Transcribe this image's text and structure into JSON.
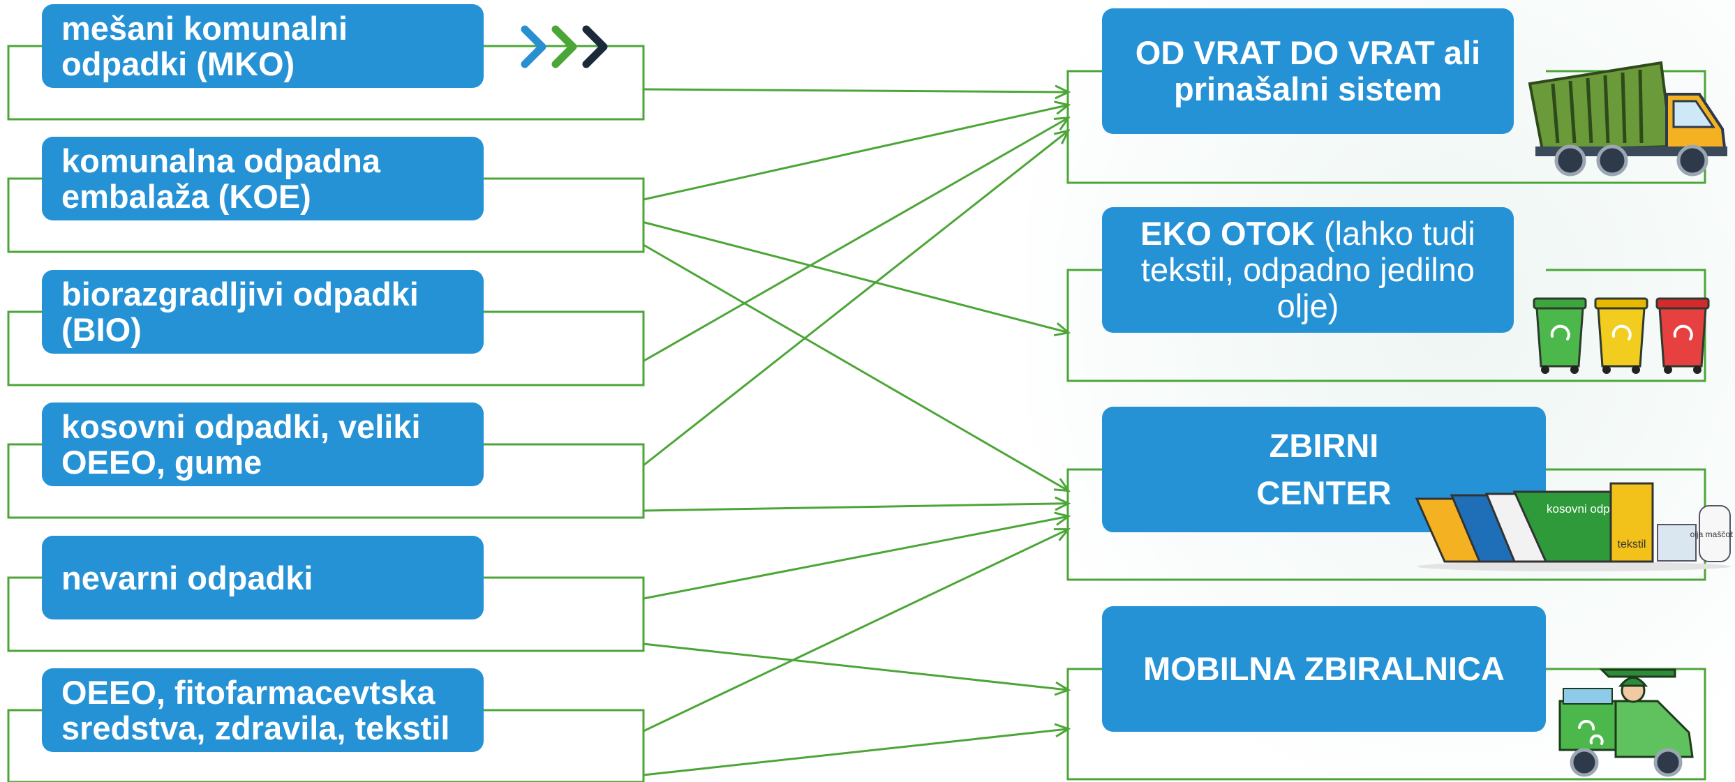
{
  "sources": [
    {
      "id": "mko",
      "label": "mešani komunalni odpadki (MKO)"
    },
    {
      "id": "koe",
      "label": "komunalna odpadna embalaža (KOE)"
    },
    {
      "id": "bio",
      "label": "biorazgradljivi odpadki (BIO)"
    },
    {
      "id": "kos",
      "label": "kosovni odpadki, veliki OEEO, gume"
    },
    {
      "id": "nev",
      "label": "nevarni odpadki"
    },
    {
      "id": "oeeo",
      "label": "OEEO, fitofarmacevtska sredstva, zdravila, tekstil"
    }
  ],
  "targets": [
    {
      "id": "odvrat",
      "label": "OD VRAT DO VRAT ali prinašalni sistem"
    },
    {
      "id": "eko",
      "label_bold": "EKO OTOK",
      "label_rest": "(lahko tudi tekstil, odpadno jedilno olje)"
    },
    {
      "id": "zbirni",
      "label_line1": "ZBIRNI",
      "label_line2": "CENTER"
    },
    {
      "id": "mobilna",
      "label": "MOBILNA ZBIRALNICA"
    }
  ],
  "connections": [
    {
      "from": "mko",
      "to": "odvrat"
    },
    {
      "from": "koe",
      "to": "odvrat"
    },
    {
      "from": "koe",
      "to": "eko"
    },
    {
      "from": "koe",
      "to": "zbirni"
    },
    {
      "from": "bio",
      "to": "odvrat"
    },
    {
      "from": "kos",
      "to": "odvrat"
    },
    {
      "from": "kos",
      "to": "zbirni"
    },
    {
      "from": "nev",
      "to": "zbirni"
    },
    {
      "from": "nev",
      "to": "mobilna"
    },
    {
      "from": "oeeo",
      "to": "zbirni"
    },
    {
      "from": "oeeo",
      "to": "mobilna"
    }
  ],
  "illustrations": {
    "bin_labels": {
      "kosovni": "kosovni odpadki",
      "tekstil": "tekstil",
      "olja": "olja maščobe"
    }
  },
  "colors": {
    "label_blue": "#2592d6",
    "connector_green": "#4ca637",
    "chevron_blue": "#2a8fd0",
    "chevron_green": "#4ca637",
    "chevron_dark": "#1a2a3a"
  }
}
